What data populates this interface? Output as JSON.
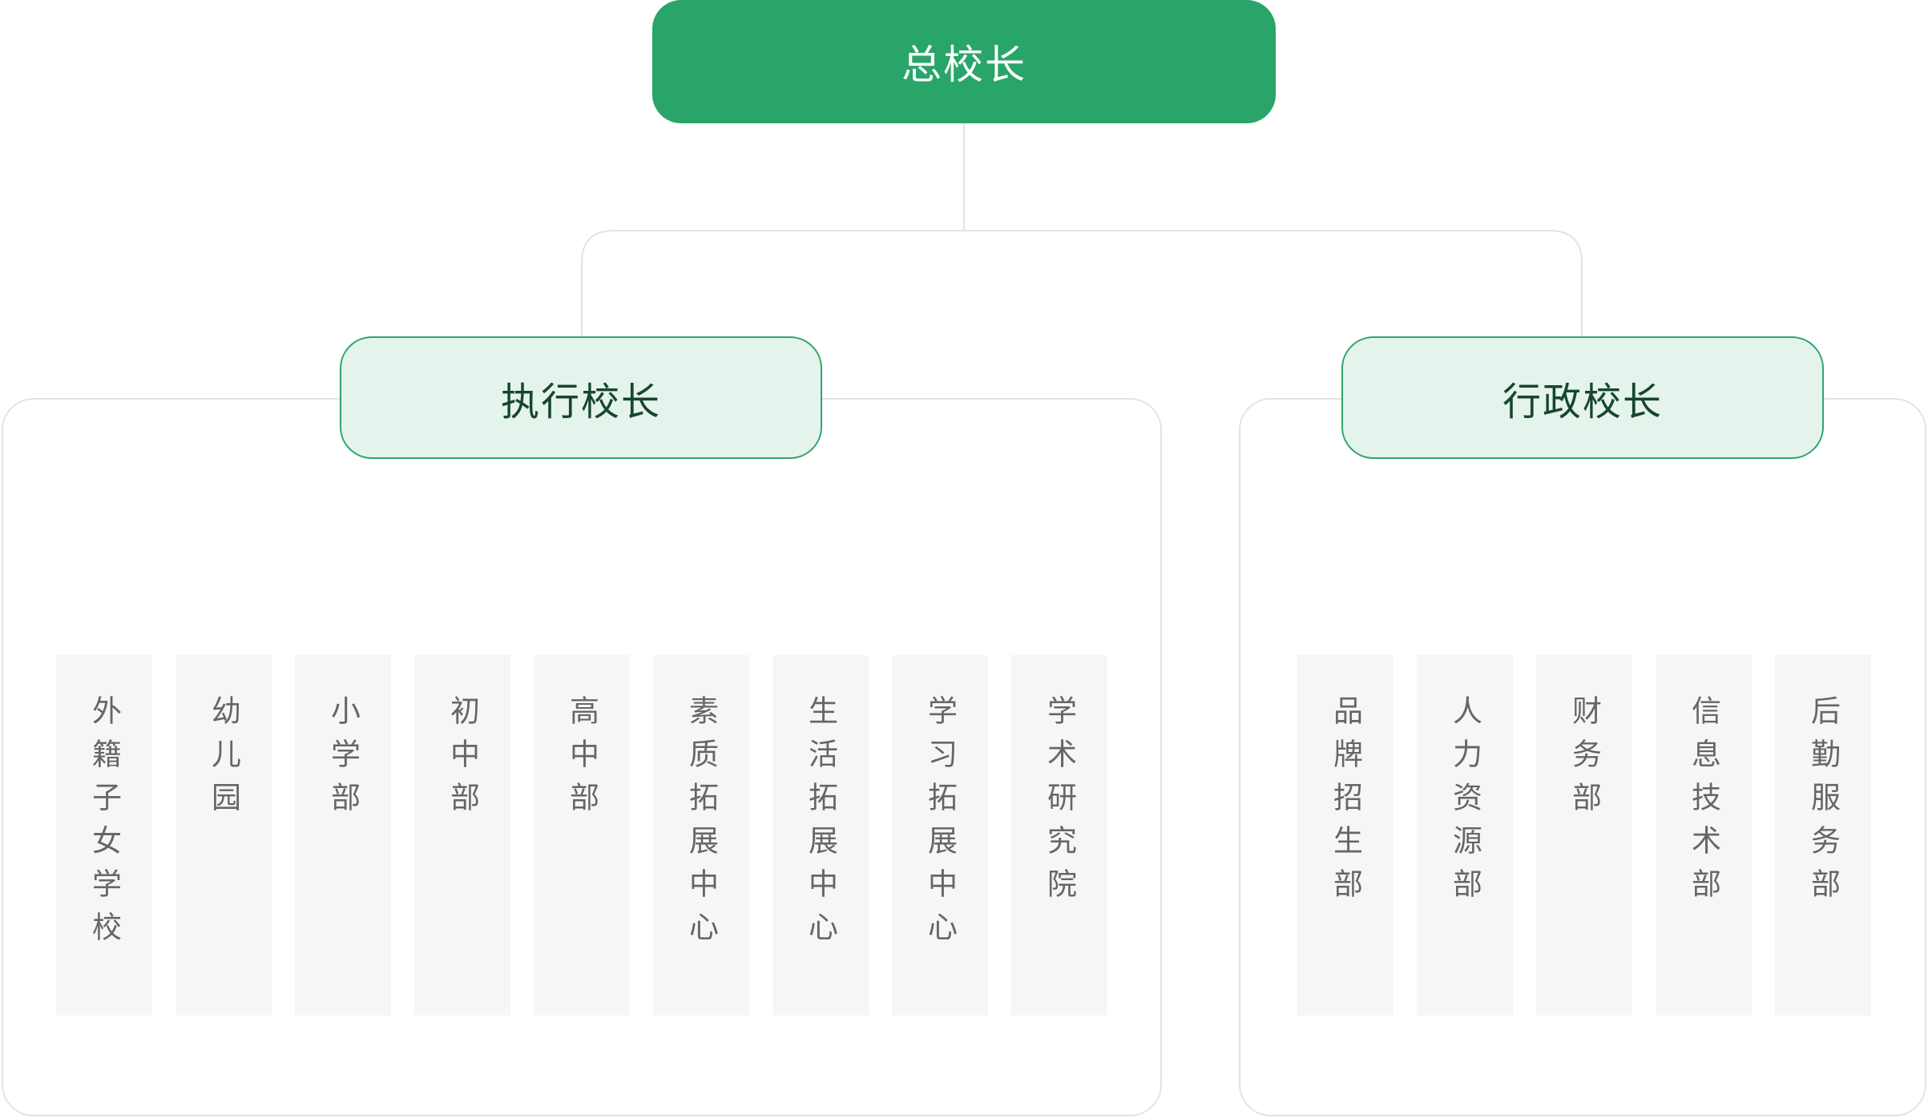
{
  "root": {
    "label": "总校长"
  },
  "executive": {
    "label": "执行校长",
    "departments": [
      "外籍子女学校",
      "幼儿园",
      "小学部",
      "初中部",
      "高中部",
      "素质拓展中心",
      "生活拓展中心",
      "学习拓展中心",
      "学术研究院"
    ]
  },
  "administrative": {
    "label": "行政校长",
    "departments": [
      "品牌招生部",
      "人力资源部",
      "财务部",
      "信息技术部",
      "后勤服务部"
    ]
  },
  "colors": {
    "root_fill": "#29a569",
    "sub_fill": "#e4f3eb",
    "sub_border": "#2fa46b",
    "sub_text": "#16462f",
    "dept_fill": "#f5f7f6",
    "dept_text": "#666666",
    "connector": "#e3e3e3"
  }
}
